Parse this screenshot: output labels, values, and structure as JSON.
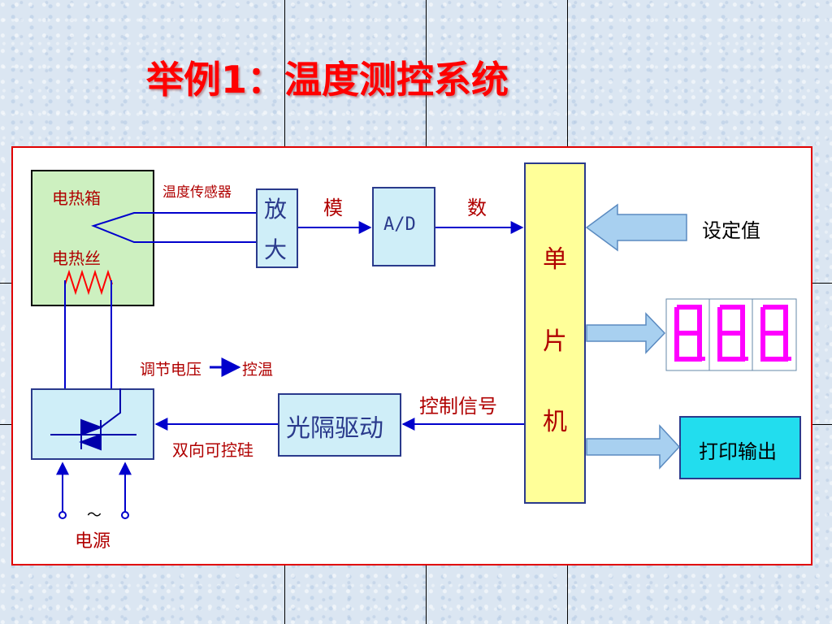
{
  "title": "举例1：温度测控系统",
  "colors": {
    "title": "#ff0000",
    "frame": "#e00000",
    "oven_fill": "#cdf0c0",
    "block_fill": "#cfeef8",
    "mcu_fill": "#ffff99",
    "printer_fill": "#22ddee",
    "wire": "#0000cc",
    "heater": "#ff0000",
    "display_segment": "#ff00ff",
    "hollow_arrow_fill": "#a8d0f0"
  },
  "oven": {
    "title": "电热箱",
    "heater_label": "电热丝"
  },
  "sensor_label": "温度传感器",
  "amplifier": {
    "line1": "放",
    "line2": "大"
  },
  "analog_label": "模",
  "adc_label": "A/D",
  "digital_label": "数",
  "mcu": {
    "line1": "单",
    "line2": "片",
    "line3": "机"
  },
  "setpoint_label": "设定值",
  "display": {
    "digits": [
      "8",
      "8",
      "8"
    ],
    "icon": "seven-segment-display-icon"
  },
  "printer_label": "打印输出",
  "control_signal_label": "控制信号",
  "opto_driver_label": "光隔驱动",
  "voltage_note": {
    "left": "调节电压",
    "right": "控温"
  },
  "thyristor": {
    "label": "双向可控硅",
    "icon": "thyristor-icon"
  },
  "power": {
    "symbol": "～",
    "label": "电源"
  }
}
